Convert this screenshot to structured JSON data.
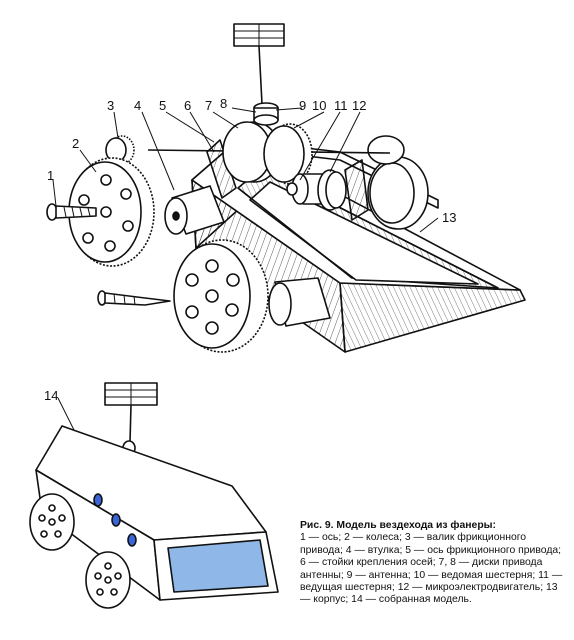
{
  "labels": {
    "l1": "1",
    "l2": "2",
    "l3": "3",
    "l4": "4",
    "l5": "5",
    "l6": "6",
    "l7": "7",
    "l8": "8",
    "l9": "9",
    "l10": "10",
    "l11": "11",
    "l12": "12",
    "l13": "13",
    "l14": "14"
  },
  "caption": {
    "title": "Рис. 9. Модель вездехода из фанеры:",
    "body": "1 — ось; 2 — колеса; 3 — валик фрикцион­ного привода; 4 — втулка; 5 — ось фрик­ционного привода; 6 — стойки крепления осей; 7, 8 — диски привода антенны; 9 — ан­тенна; 10 — ведомая шестерня; 11 — веду­щая шестерня; 12 — микроэлектродвигатель; 13 — корпус; 14 — собранная модель."
  },
  "colors": {
    "ink": "#111111",
    "window": "#8fb8e8",
    "portholes": "#3a64d8",
    "paper": "#ffffff"
  }
}
